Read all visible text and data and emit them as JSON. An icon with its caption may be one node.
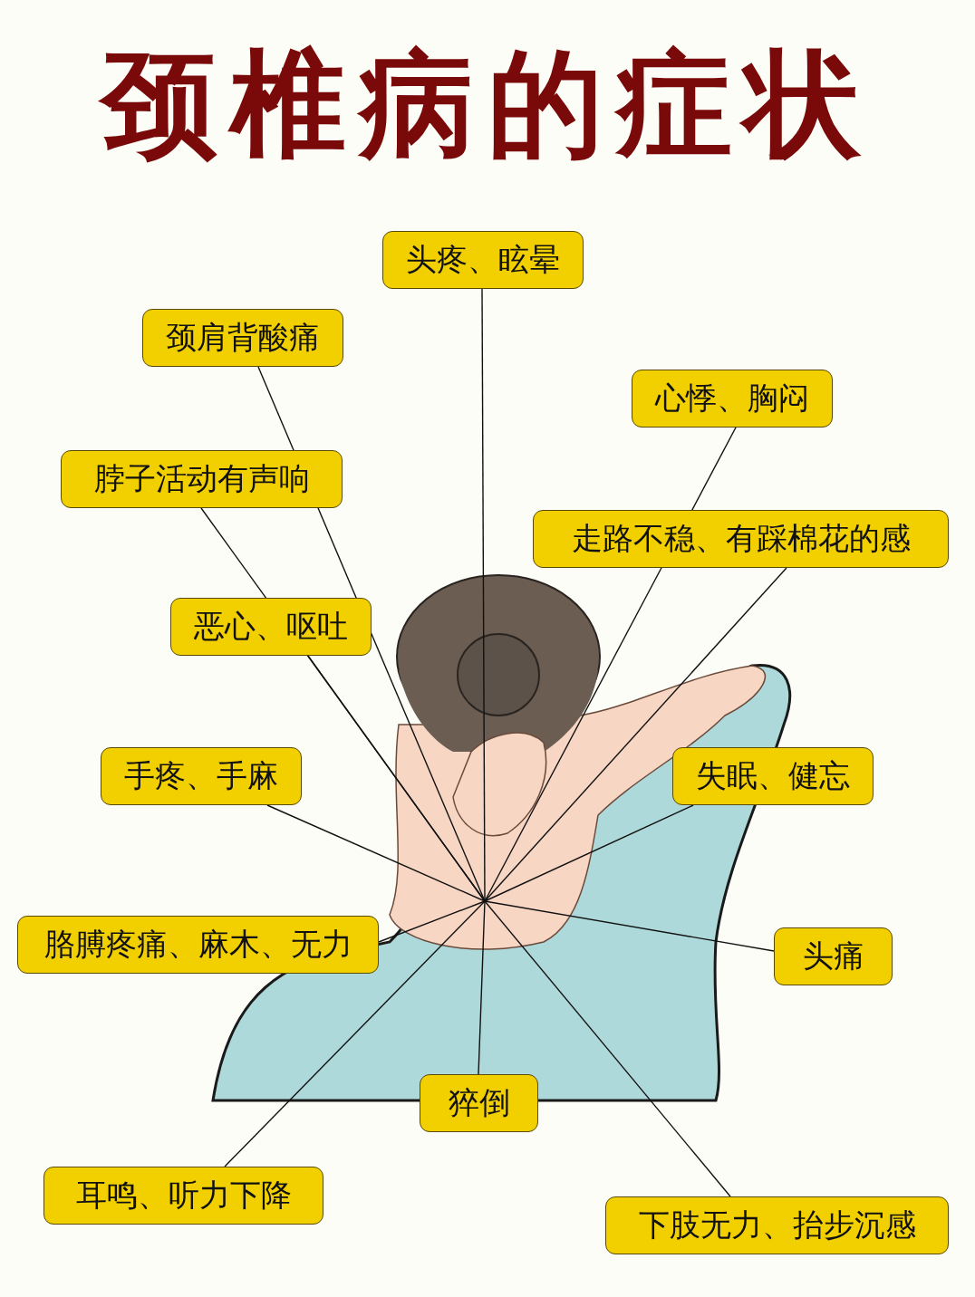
{
  "diagram": {
    "title": "颈椎病的症状",
    "nodes": [
      {
        "text": [
          "头疼、眩晕"
        ]
      },
      {
        "text": [
          "颈肩背酸痛"
        ]
      },
      {
        "text": [
          "心悸、胸闷"
        ]
      },
      {
        "text": [
          "脖子活动有声响"
        ]
      },
      {
        "text": [
          "走路不稳、有踩棉花的感"
        ]
      },
      {
        "text": [
          "恶心、呕吐"
        ]
      },
      {
        "text": [
          "手疼、手麻"
        ]
      },
      {
        "text": [
          "失眠、健忘"
        ]
      },
      {
        "text": [
          "胳膊疼痛、麻木、无力"
        ]
      },
      {
        "text": [
          "头痛"
        ]
      },
      {
        "text": [
          "猝倒"
        ]
      },
      {
        "text": [
          "耳鸣、听力下降"
        ]
      },
      {
        "text": [
          "下肢无力、抬步沉感"
        ]
      }
    ],
    "edges": [
      {
        "from": 0,
        "to": null,
        "arrow": "none"
      },
      {
        "from": 1,
        "to": null,
        "arrow": "none"
      },
      {
        "from": 2,
        "to": null,
        "arrow": "none"
      },
      {
        "from": 3,
        "to": null,
        "arrow": "none"
      },
      {
        "from": 4,
        "to": null,
        "arrow": "none"
      },
      {
        "from": 5,
        "to": null,
        "arrow": "none"
      },
      {
        "from": 6,
        "to": null,
        "arrow": "none"
      },
      {
        "from": 7,
        "to": null,
        "arrow": "none"
      },
      {
        "from": 8,
        "to": null,
        "arrow": "none"
      },
      {
        "from": 9,
        "to": null,
        "arrow": "none"
      },
      {
        "from": 10,
        "to": null,
        "arrow": "none"
      },
      {
        "from": 11,
        "to": null,
        "arrow": "none"
      },
      {
        "from": 12,
        "to": null,
        "arrow": "none"
      }
    ]
  }
}
